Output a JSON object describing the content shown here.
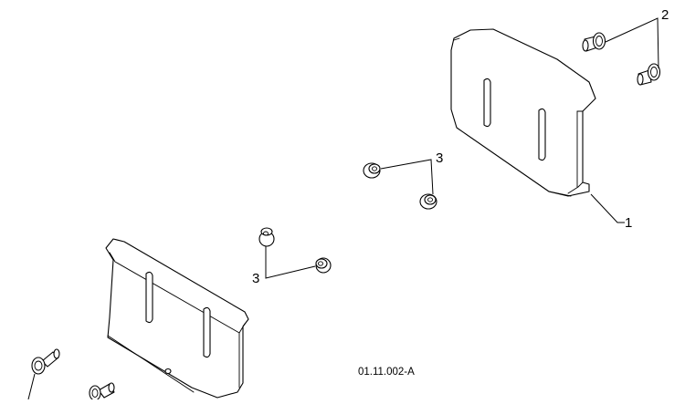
{
  "callouts": {
    "one": "1",
    "two": "2",
    "three_upper": "3",
    "three_lower": "3"
  },
  "figure_code": "01.11.002-A",
  "icons": [
    "skid-shoe-icon",
    "carriage-bolt-icon",
    "flange-nut-icon"
  ]
}
